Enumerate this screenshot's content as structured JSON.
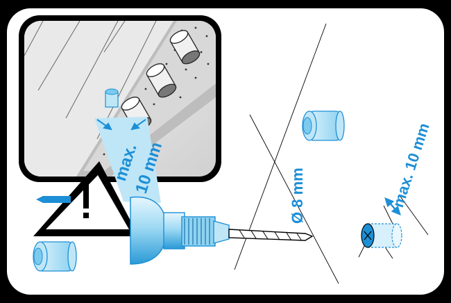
{
  "labels": {
    "left_max_line1": "max.",
    "left_max_line2": "10 mm",
    "diameter": "Ø 8 mm",
    "right_max": "max. 10 mm"
  },
  "colors": {
    "accent_blue": "#1d8fd6",
    "light_blue": "#bfe6f7",
    "mid_blue": "#7ccbee",
    "frame_black": "#000000",
    "panel_white": "#ffffff",
    "grey": "#cfcfcf"
  },
  "icons": [
    "warning-triangle-icon",
    "drill-icon",
    "plug-icon",
    "sleeve-icon"
  ]
}
